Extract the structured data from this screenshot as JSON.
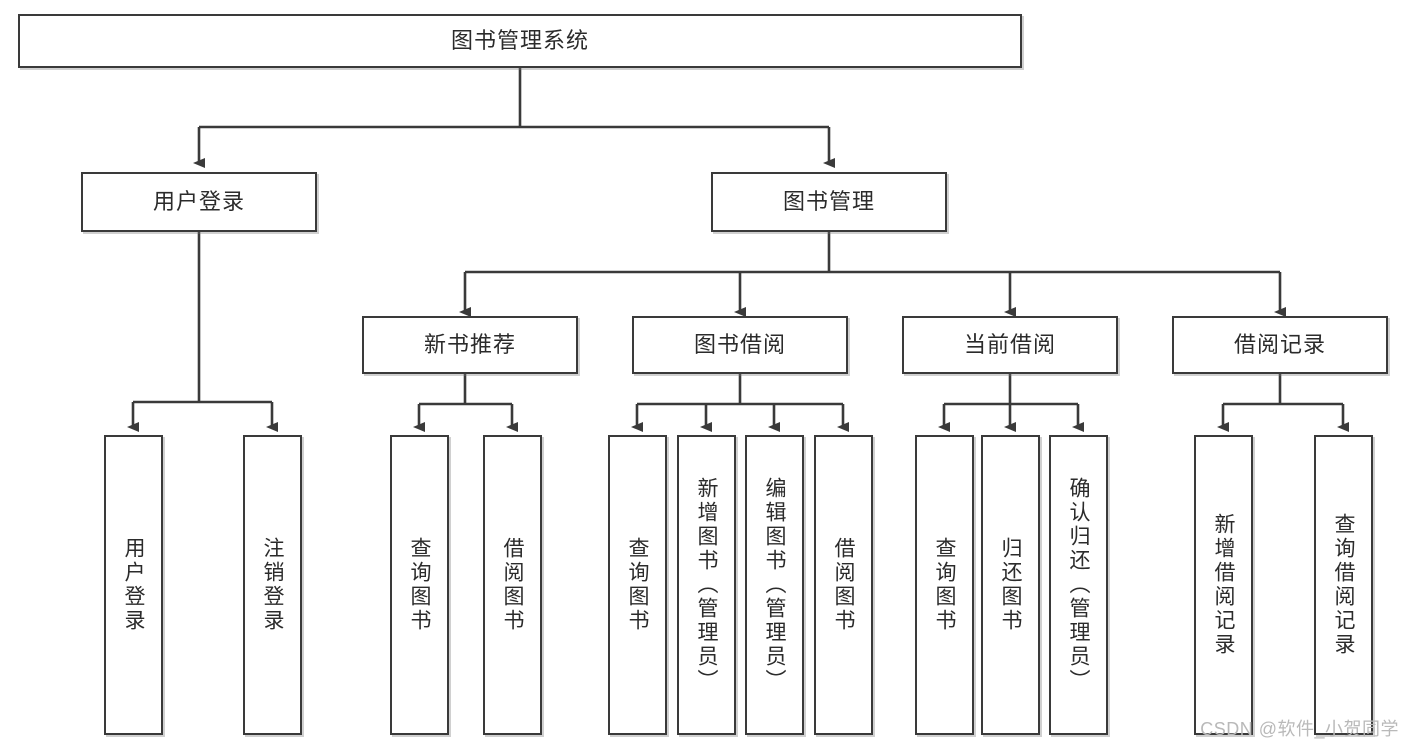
{
  "diagram": {
    "title": "图书管理系统",
    "type": "tree-hierarchy",
    "line_color": "#3a3a3a",
    "box_fill": "#ffffff",
    "text_color": "#2b2b2b",
    "nodes": {
      "root": {
        "label": "图书管理系统"
      },
      "level2": [
        {
          "label": "用户登录"
        },
        {
          "label": "图书管理"
        }
      ],
      "level3": [
        {
          "label": "新书推荐"
        },
        {
          "label": "图书借阅"
        },
        {
          "label": "当前借阅"
        },
        {
          "label": "借阅记录"
        }
      ],
      "leaves": [
        {
          "label": "用户登录"
        },
        {
          "label": "注销登录"
        },
        {
          "label": "查询图书"
        },
        {
          "label": "借阅图书"
        },
        {
          "label": "查询图书"
        },
        {
          "label": "新增图书（管理员）"
        },
        {
          "label": "编辑图书（管理员）"
        },
        {
          "label": "借阅图书"
        },
        {
          "label": "查询图书"
        },
        {
          "label": "归还图书"
        },
        {
          "label": "确认归还（管理员）"
        },
        {
          "label": "新增借阅记录"
        },
        {
          "label": "查询借阅记录"
        }
      ]
    }
  },
  "watermark": {
    "text": "CSDN @软件_小贺同学"
  }
}
